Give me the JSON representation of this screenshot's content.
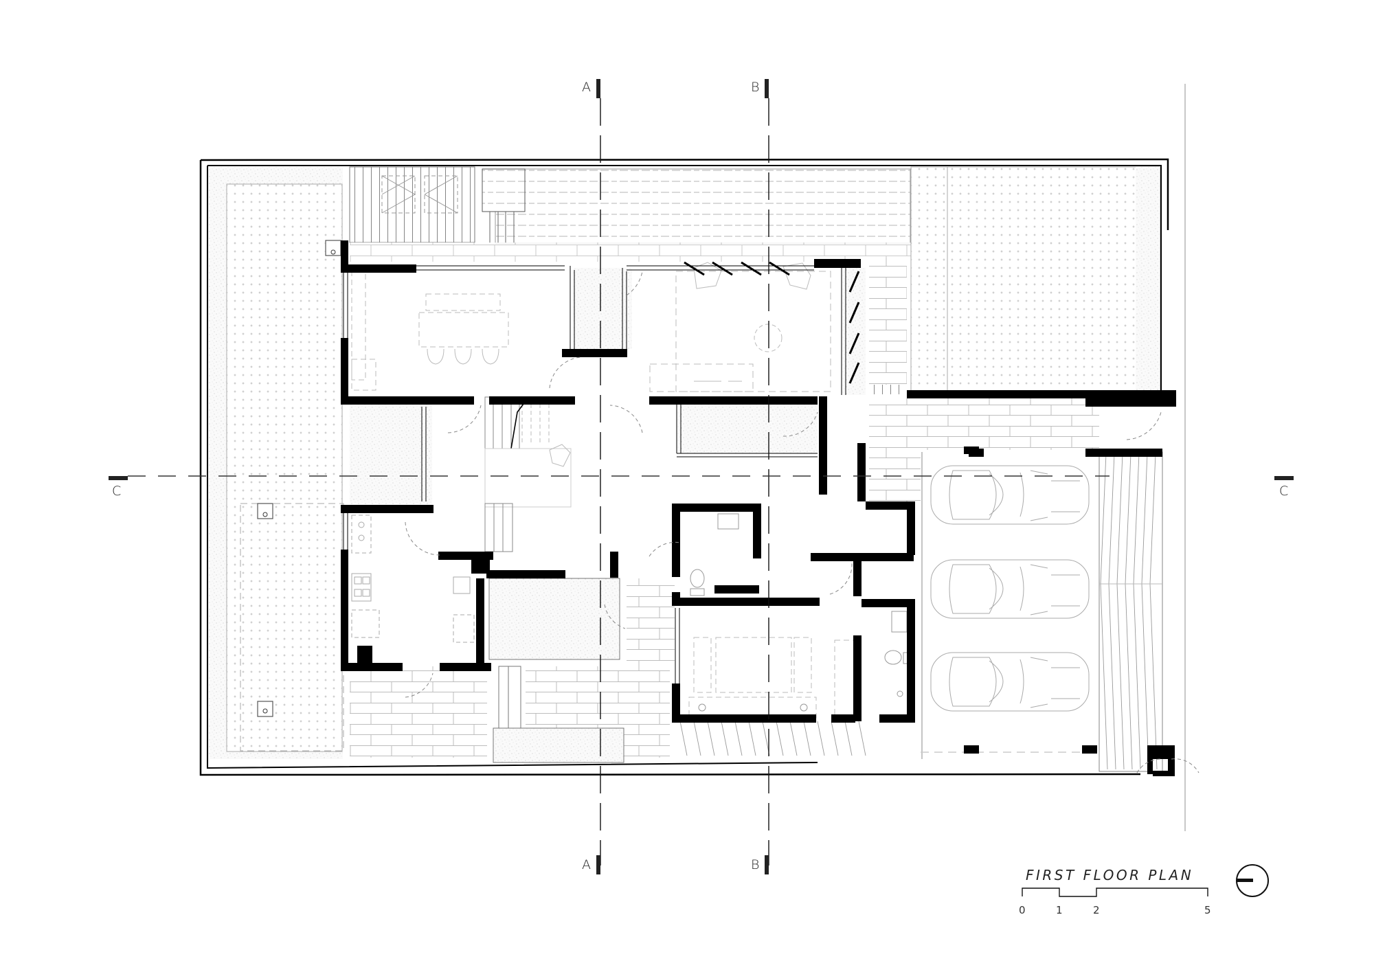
{
  "drawing": {
    "title": "FIRST FLOOR PLAN",
    "type": "architectural floor plan",
    "line_color": "#000000",
    "background": "#ffffff",
    "hatch_color": "#9a9a9a"
  },
  "section_markers": {
    "top": [
      {
        "id": "A",
        "label": "A"
      },
      {
        "id": "B",
        "label": "B"
      }
    ],
    "bottom": [
      {
        "id": "A",
        "label": "A"
      },
      {
        "id": "B",
        "label": "B"
      }
    ],
    "left": {
      "id": "C",
      "label": "C"
    },
    "right": {
      "id": "C",
      "label": "C"
    }
  },
  "scale_bar": {
    "ticks": [
      "0",
      "1",
      "2",
      "5"
    ],
    "unit": "m"
  },
  "north_arrow": {
    "symbol": "north-arrow"
  },
  "plan_elements": {
    "parking_spaces": 3,
    "cars": [
      "car-1",
      "car-2",
      "car-3"
    ],
    "zones": [
      "left-garden",
      "top-deck",
      "top-right-garden",
      "dining-kitchen",
      "living-room",
      "central-stair",
      "kitchen",
      "bathroom-1",
      "bedroom",
      "bathroom-2",
      "carport",
      "driveway-ramp",
      "front-paving",
      "courtyard"
    ]
  }
}
